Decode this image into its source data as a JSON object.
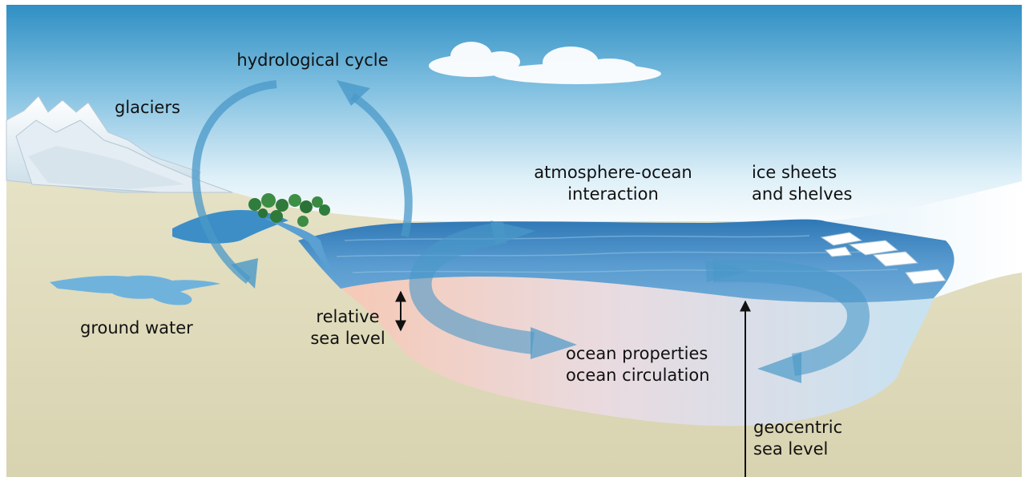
{
  "labels": {
    "hydrological_cycle": "hydrological cycle",
    "glaciers": "glaciers",
    "atmosphere_ocean": [
      "atmosphere-ocean",
      "interaction"
    ],
    "ice_sheets": [
      "ice sheets",
      "and shelves"
    ],
    "relative_sea_level": [
      "relative",
      "sea level"
    ],
    "ground_water": "ground water",
    "ocean_properties": [
      "ocean properties",
      "ocean circulation"
    ],
    "geocentric_sea_level": [
      "geocentric",
      "sea level"
    ]
  }
}
